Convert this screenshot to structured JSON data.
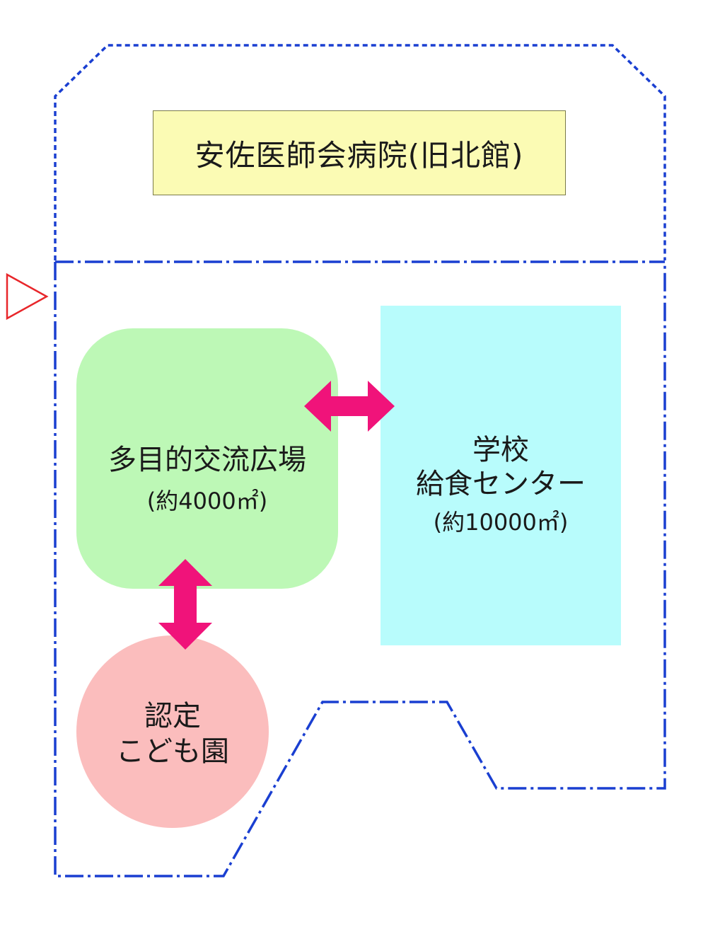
{
  "diagram": {
    "hospital": {
      "label": "安佐医師会病院(旧北館)"
    },
    "plaza": {
      "name": "多目的交流広場",
      "area": "(約4000㎡)"
    },
    "kitchen": {
      "name_line1": "学校",
      "name_line2": "給食センター",
      "area": "(約10000㎡)"
    },
    "nursery": {
      "name_line1": "認定",
      "name_line2": "こども園"
    },
    "colors": {
      "boundary": "#1a3fd1",
      "arrow": "#f0137a",
      "entrance_marker": "#e8262a",
      "hospital_fill": "#fbfbb4",
      "plaza_fill": "#bdf8b6",
      "kitchen_fill": "#b8fcfc",
      "nursery_fill": "#fbbdbd"
    },
    "connections": [
      {
        "from": "plaza",
        "to": "kitchen",
        "type": "double-arrow"
      },
      {
        "from": "plaza",
        "to": "nursery",
        "type": "double-arrow"
      }
    ]
  }
}
